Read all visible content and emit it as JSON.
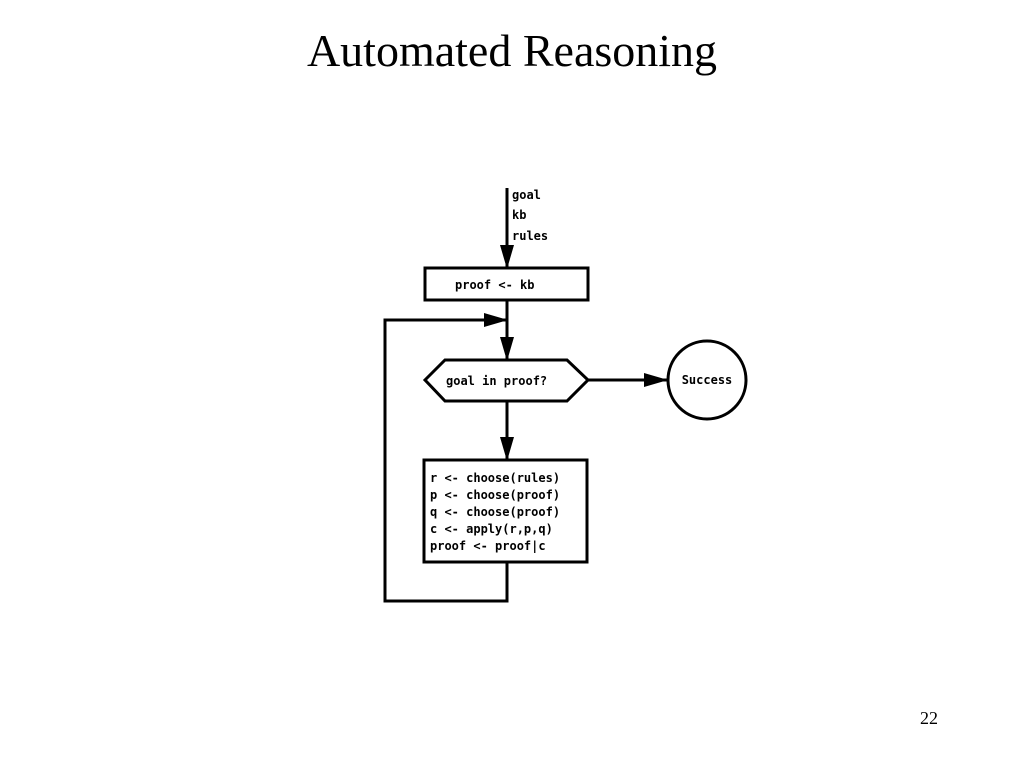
{
  "slide": {
    "title": "Automated Reasoning",
    "page_number": "22"
  },
  "flowchart": {
    "inputs": [
      "goal",
      "kb",
      "rules"
    ],
    "init_box": "proof <- kb",
    "decision": "goal in proof?",
    "terminal": "Success",
    "process_lines": [
      "r <- choose(rules)",
      "p <- choose(proof)",
      "q <- choose(proof)",
      "c <- apply(r,p,q)",
      "proof <- proof|c"
    ]
  }
}
